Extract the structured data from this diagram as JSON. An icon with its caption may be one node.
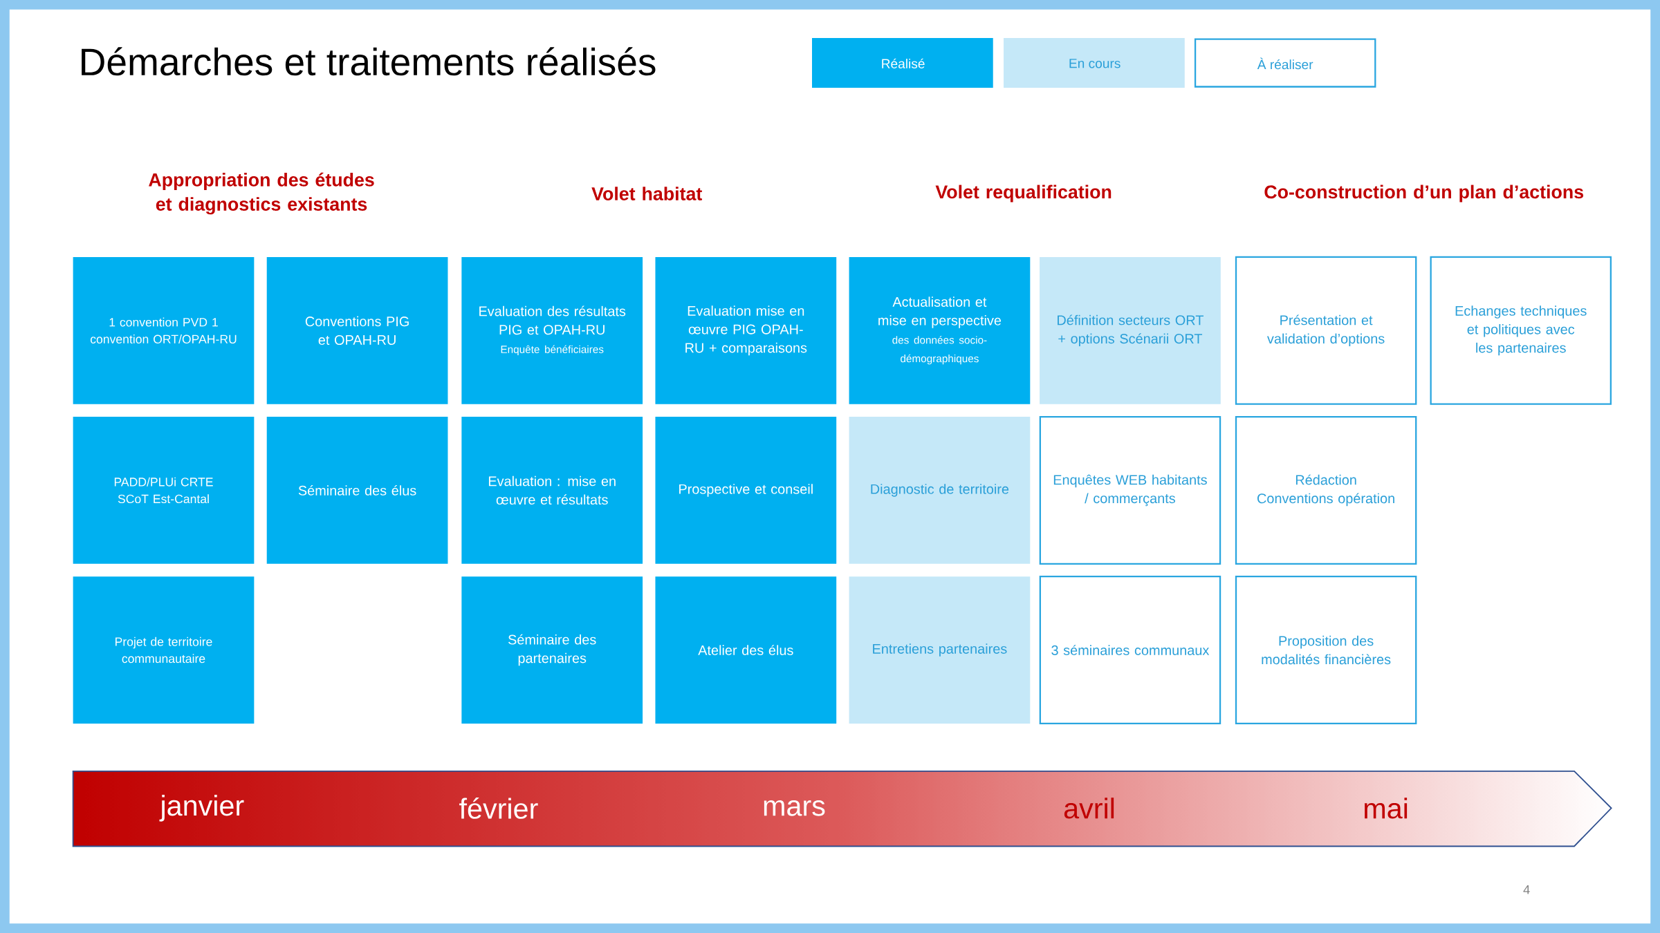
{
  "diagram": {
    "title": "Démarches et traitements réalisés",
    "nodes": [
      {
        "text": [
          "1 convention PVD 1 convention ORT/OPAH-RU"
        ]
      },
      {
        "text": [
          "Conventions PIG et OPAH-RU"
        ]
      },
      {
        "text": [
          "Evaluation des résultats PIG et OPAH-RU",
          "Enquête bénéficiaires"
        ]
      },
      {
        "text": [
          "Evaluation mise en œuvre PIG OPAH-RU + comparaisons"
        ]
      },
      {
        "text": [
          "Actualisation et mise en perspective",
          "des données socio-démographiques"
        ]
      },
      {
        "text": [
          "Définition secteurs ORT + options Scénarii ORT"
        ]
      },
      {
        "text": [
          "Présentation et validation d’options"
        ]
      },
      {
        "text": [
          "Echanges techniques et politiques avec les partenaires"
        ]
      },
      {
        "text": [
          "PADD/PLUi CRTE SCoT Est-Cantal"
        ]
      },
      {
        "text": [
          "Séminaire des élus"
        ]
      },
      {
        "text": [
          "Evaluation : mise en œuvre et résultats"
        ]
      },
      {
        "text": [
          "Prospective et conseil"
        ]
      },
      {
        "text": [
          "Diagnostic de territoire"
        ]
      },
      {
        "text": [
          "Enquêtes WEB habitants / commerçants"
        ]
      },
      {
        "text": [
          "Rédaction Conventions opération"
        ]
      },
      {
        "text": [
          "Projet de territoire communautaire"
        ]
      },
      {
        "text": [
          "Séminaire des partenaires"
        ]
      },
      {
        "text": [
          "Atelier des élus"
        ]
      },
      {
        "text": [
          "Entretiens partenaires"
        ]
      },
      {
        "text": [
          "3 séminaires communaux"
        ]
      },
      {
        "text": [
          "Proposition des modalités financières"
        ]
      },
      {
        "text": [
          "janvier",
          "février",
          "mars",
          "avril",
          "mai"
        ]
      }
    ],
    "labels": [
      "Appropriation des études et diagnostics existants",
      "Volet habitat",
      "Volet requalification",
      "Co-construction d’un plan d’actions",
      "4"
    ],
    "legend": [
      {
        "text": "Réalisé",
        "color": "#00b0f0"
      },
      {
        "text": "En cours",
        "color": "#c5e8f8"
      },
      {
        "text": "À réaliser"
      }
    ]
  }
}
